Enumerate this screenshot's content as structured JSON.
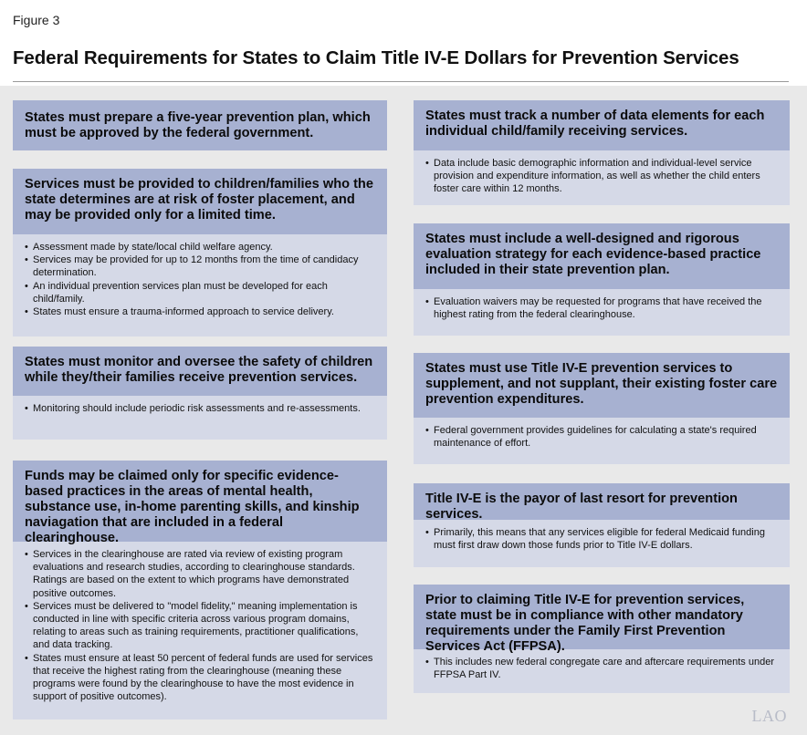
{
  "figure_label": "Figure 3",
  "title": "Federal Requirements for States to Claim Title IV-E Dollars for Prevention Services",
  "logo": "LAO",
  "cards": [
    {
      "heading": "States must prepare a five-year prevention plan, which must be approved by the federal government.",
      "bullets": []
    },
    {
      "heading": "Services must be provided to children/families who the state determines are at risk of foster placement, and may be provided only for a limited time.",
      "bullets": [
        "Assessment made by state/local child welfare agency.",
        "Services may be provided for up to 12 months from the time of candidacy determination.",
        "An individual prevention services plan must be developed for each child/family.",
        "States must ensure a trauma-informed approach to service delivery."
      ]
    },
    {
      "heading": "States must monitor and oversee the safety of children while they/their families receive prevention services.",
      "bullets": [
        "Monitoring should include periodic risk assessments and re-assessments."
      ]
    },
    {
      "heading": "Funds may be claimed only for specific evidence-based practices in the areas of mental health, substance use, in-home parenting skills, and kinship naviagation that are included in a federal clearinghouse.",
      "bullets": [
        "Services in the clearinghouse are rated via review of existing program evaluations and research studies, according to clearinghouse standards. Ratings are based on the extent to which programs have demonstrated positive outcomes.",
        "Services must be delivered to \"model fidelity,\" meaning implementation is conducted in line with specific criteria across various program domains, relating to areas such as training requirements, practitioner qualifications, and data tracking.",
        "States must ensure at least 50 percent of federal funds are used for services that receive the highest rating from the clearinghouse (meaning these programs were found by the clearinghouse to have the most evidence in support of positive outcomes)."
      ]
    },
    {
      "heading": "States must track a number of data elements for each individual child/family receiving services.",
      "bullets": [
        "Data include basic demographic information and individual-level service provision and expenditure information, as well as whether the child enters foster care within 12 months."
      ]
    },
    {
      "heading": "States must include a well-designed and rigorous evaluation strategy for each evidence-based practice included in their state prevention plan.",
      "bullets": [
        "Evaluation waivers may be requested for programs that have received the highest rating from the federal clearinghouse."
      ]
    },
    {
      "heading": "States must use Title IV-E prevention services to supplement, and not supplant, their existing foster care prevention expenditures.",
      "bullets": [
        "Federal government provides guidelines for calculating a state's required maintenance of effort."
      ]
    },
    {
      "heading": "Title IV-E is the payor of last resort for prevention services.",
      "bullets": [
        "Primarily, this means that any services eligible for federal Medicaid funding must first draw down those funds prior to Title IV-E dollars."
      ]
    },
    {
      "heading": "Prior to claiming Title IV-E for prevention services, state must be in compliance with other mandatory requirements under the Family First Prevention Services Act (FFPSA).",
      "bullets": [
        "This includes new federal congregate care and aftercare requirements under FFPSA Part IV."
      ]
    }
  ]
}
